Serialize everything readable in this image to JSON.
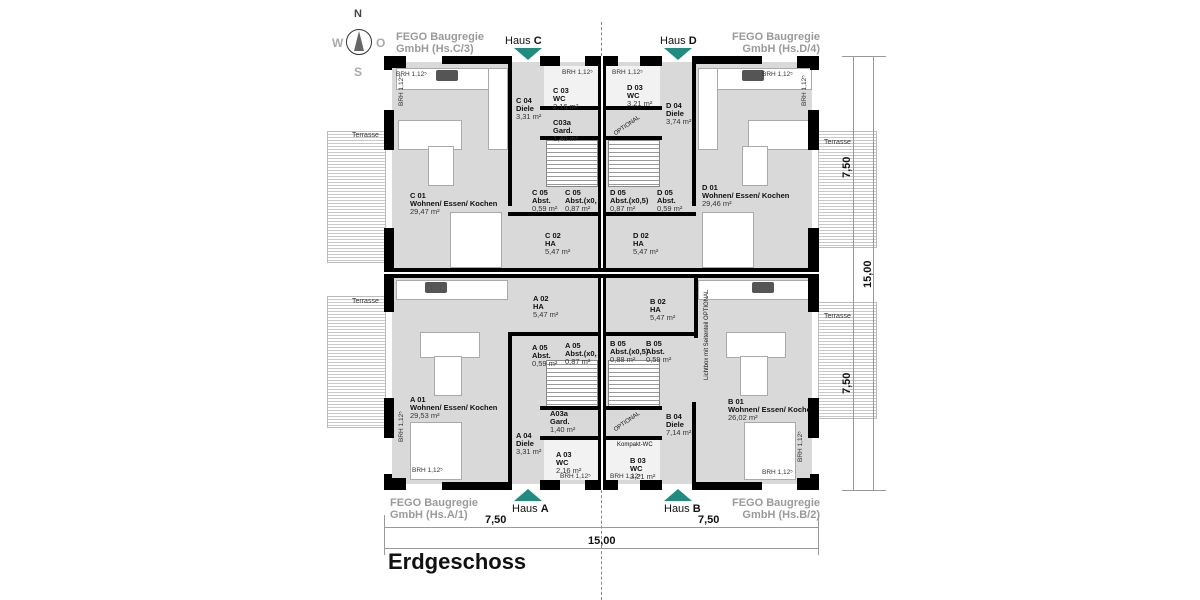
{
  "title": "Erdgeschoss",
  "compass": {
    "north": "N",
    "west": "W",
    "east": "O",
    "south": "S"
  },
  "colors": {
    "entrance_marker": "#1f8c7f",
    "floor": "#d9d9d9",
    "wall": "#000000",
    "label_gray": "#9a9a9a"
  },
  "houses": {
    "C": {
      "owner_line1": "FEGO Baugregie",
      "owner_line2": "GmbH (Hs.C/3)",
      "entrance_label": "Haus",
      "entrance_letter": "C",
      "rooms": [
        {
          "code": "C 01",
          "name": "Wohnen/ Essen/ Kochen",
          "area": "29,47 m²"
        },
        {
          "code": "C 02",
          "name": "HA",
          "area": "5,47 m²"
        },
        {
          "code": "C 03",
          "name": "WC",
          "area": "2,16 m²"
        },
        {
          "code": "C03a",
          "name": "Gard.",
          "area": "1,40 m²"
        },
        {
          "code": "C 04",
          "name": "Diele",
          "area": "3,31 m²"
        },
        {
          "code": "C 05",
          "name": "Abst.",
          "area": "0,59 m²"
        },
        {
          "code": "C 05",
          "name": "Abst.(x0,",
          "area": "0,87 m²"
        }
      ],
      "brh": [
        "BRH 1,12⁵",
        "BRH 1,12⁵",
        "BRH 1,12⁵"
      ],
      "terrace": "Terrasse"
    },
    "D": {
      "owner_line1": "FEGO Baugregie",
      "owner_line2": "GmbH (Hs.D/4)",
      "entrance_label": "Haus",
      "entrance_letter": "D",
      "rooms": [
        {
          "code": "D 01",
          "name": "Wohnen/ Essen/ Kochen",
          "area": "29,46 m²"
        },
        {
          "code": "D 02",
          "name": "HA",
          "area": "5,47 m²"
        },
        {
          "code": "D 03",
          "name": "WC",
          "area": "3,21 m²"
        },
        {
          "code": "D 04",
          "name": "Diele",
          "area": "3,74 m²"
        },
        {
          "code": "D 05",
          "name": "Abst.(x0,5)",
          "area": "0,87 m²"
        },
        {
          "code": "D 05",
          "name": "Abst.",
          "area": "0,59 m²"
        }
      ],
      "brh": [
        "BRH 1,12⁵",
        "BRH 1,12⁵",
        "BRH 1,12⁵"
      ],
      "optional": "OPTIONAL",
      "terrace": "Terrasse"
    },
    "A": {
      "owner_line1": "FEGO Baugregie",
      "owner_line2": "GmbH (Hs.A/1)",
      "entrance_label": "Haus",
      "entrance_letter": "A",
      "rooms": [
        {
          "code": "A 01",
          "name": "Wohnen/ Essen/ Kochen",
          "area": "29,53 m²"
        },
        {
          "code": "A 02",
          "name": "HA",
          "area": "5,47 m²"
        },
        {
          "code": "A 03",
          "name": "WC",
          "area": "2,16 m²"
        },
        {
          "code": "A03a",
          "name": "Gard.",
          "area": "1,40 m²"
        },
        {
          "code": "A 04",
          "name": "Diele",
          "area": "3,31 m²"
        },
        {
          "code": "A 05",
          "name": "Abst.",
          "area": "0,59 m²"
        },
        {
          "code": "A 05",
          "name": "Abst.(x0,",
          "area": "0,87 m²"
        }
      ],
      "brh": [
        "BRH 1,12⁵",
        "BRH 1,12⁵",
        "BRH 1,12⁵"
      ],
      "terrace": "Terrasse"
    },
    "B": {
      "owner_line1": "FEGO Baugregie",
      "owner_line2": "GmbH (Hs.B/2)",
      "entrance_label": "Haus",
      "entrance_letter": "B",
      "rooms": [
        {
          "code": "B 01",
          "name": "Wohnen/ Essen/ Koche",
          "area": "26,02 m²"
        },
        {
          "code": "B 02",
          "name": "HA",
          "area": "5,47 m²"
        },
        {
          "code": "B 03",
          "name": "WC",
          "area": "3,21 m²"
        },
        {
          "code": "B 04",
          "name": "Diele",
          "area": "7,14 m²"
        },
        {
          "code": "B 05",
          "name": "Abst.(x0,5)",
          "area": "0,88 m²"
        },
        {
          "code": "B 05",
          "name": "Abst.",
          "area": "0,59 m²"
        }
      ],
      "brh": [
        "BRH 1,12⁵",
        "BRH 1,12⁵",
        "BRH 1,12⁵"
      ],
      "optional": "OPTIONAL",
      "kompakt_wc": "Kompakt-WC",
      "lichtbox": "Lichtbox mit Seitenteil OPTIONAL",
      "terrace": "Terrasse"
    }
  },
  "dimensions": {
    "bottom_left": "7,50",
    "bottom_right": "7,50",
    "bottom_total": "15,00",
    "right_top": "7,50",
    "right_bottom": "7,50",
    "right_total": "15,00"
  }
}
